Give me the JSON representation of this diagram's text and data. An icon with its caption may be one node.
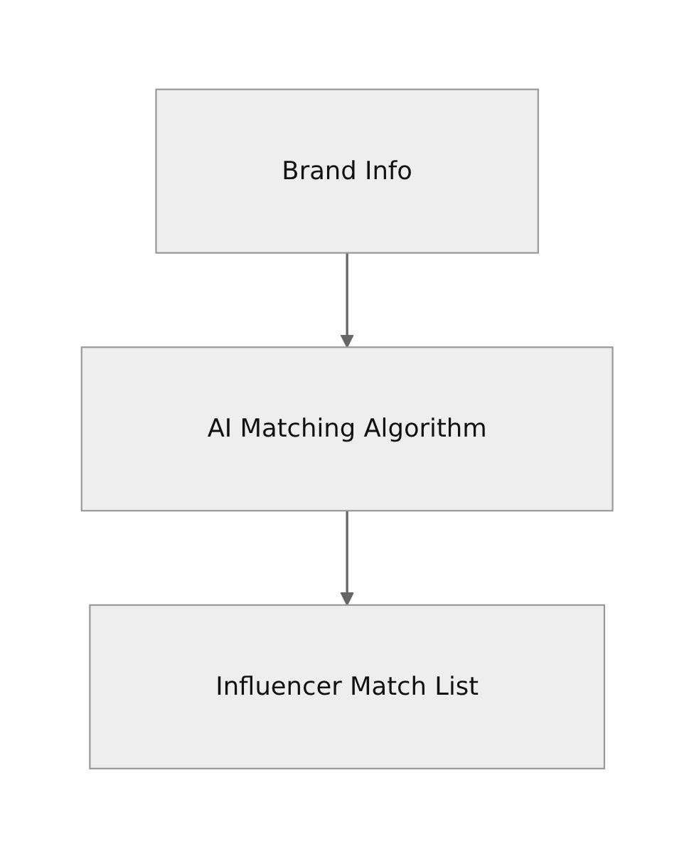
{
  "diagram": {
    "nodes": [
      {
        "text": [
          "Brand Info"
        ]
      },
      {
        "text": [
          "AI Matching Algorithm"
        ]
      },
      {
        "text": [
          "Influencer Match List"
        ]
      }
    ],
    "edges": [
      {
        "from": 0,
        "to": 1,
        "arrow": "to"
      },
      {
        "from": 1,
        "to": 2,
        "arrow": "to"
      }
    ]
  }
}
